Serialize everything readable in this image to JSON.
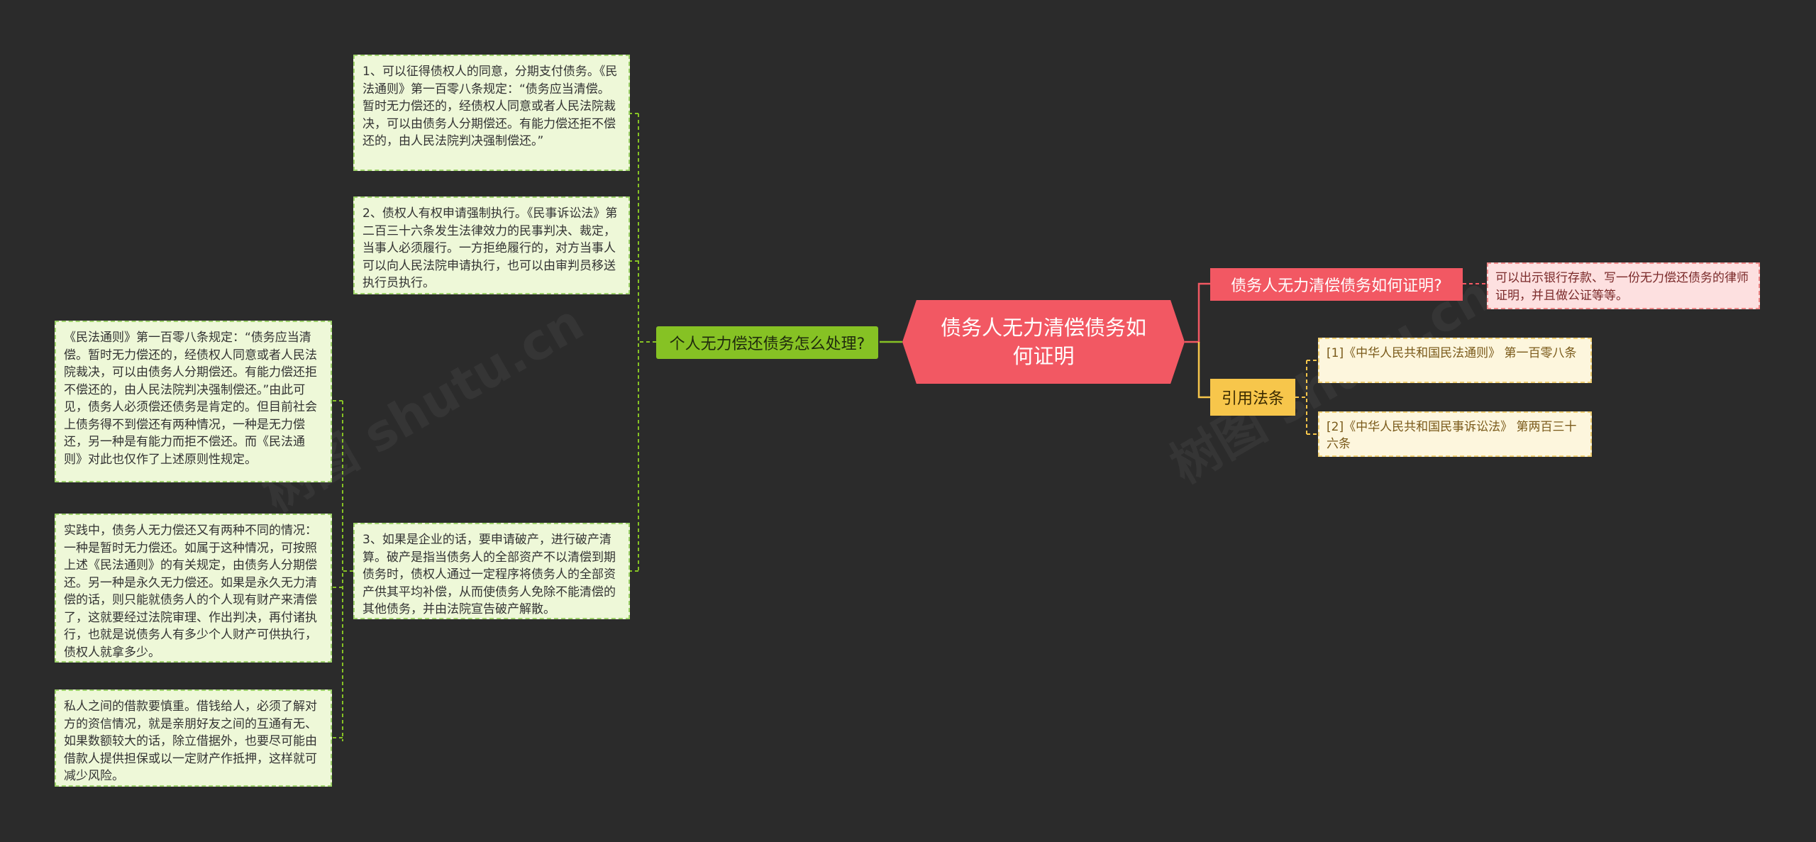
{
  "root": "债务人无力清偿债务如何证明",
  "left_branch": {
    "title": "个人无力偿还债务怎么处理?",
    "items": [
      "1、可以征得债权人的同意，分期支付债务。《民法通则》第一百零八条规定：“债务应当清偿。暂时无力偿还的，经债权人同意或者人民法院裁决，可以由债务人分期偿还。有能力偿还拒不偿还的，由人民法院判决强制偿还。”",
      "2、债权人有权申请强制执行。《民事诉讼法》第二百三十六条发生法律效力的民事判决、裁定，当事人必须履行。一方拒绝履行的，对方当事人可以向人民法院申请执行，也可以由审判员移送执行员执行。",
      "3、如果是企业的话，要申请破产，进行破产清算。破产是指当债务人的全部资产不以清偿到期债务时，债权人通过一定程序将债务人的全部资产供其平均补偿，从而使债务人免除不能清偿的其他债务，并由法院宣告破产解散。"
    ],
    "sub_items": [
      "《民法通则》第一百零八条规定：“债务应当清偿。暂时无力偿还的，经债权人同意或者人民法院裁决，可以由债务人分期偿还。有能力偿还拒不偿还的，由人民法院判决强制偿还。”由此可见，债务人必须偿还债务是肯定的。但目前社会上债务得不到偿还有两种情况，一种是无力偿还，另一种是有能力而拒不偿还。而《民法通则》对此也仅作了上述原则性规定。",
      "实践中，债务人无力偿还又有两种不同的情况：一种是暂时无力偿还。如属于这种情况，可按照上述《民法通则》的有关规定，由债务人分期偿还。另一种是永久无力偿还。如果是永久无力清偿的话，则只能就债务人的个人现有财产来清偿了，这就要经过法院审理、作出判决，再付诸执行，也就是说债务人有多少个人财产可供执行，债权人就拿多少。",
      "私人之间的借款要慎重。借钱给人，必须了解对方的资信情况，就是亲朋好友之间的互通有无、如果数额较大的话，除立借据外，也要尽可能由借款人提供担保或以一定财产作抵押，这样就可减少风险。"
    ]
  },
  "right_branch": {
    "question": "债务人无力清偿债务如何证明?",
    "answer": "可以出示银行存款、写一份无力偿还债务的律师证明，并且做公证等等。",
    "law_title": "引用法条",
    "laws": [
      "[1]《中华人民共和国民法通则》 第一百零八条",
      "[2]《中华人民共和国民事诉讼法》 第两百三十六条"
    ]
  },
  "watermark": "树图 shutu.cn",
  "colors": {
    "background": "#2b2b2b",
    "root": "#f25863",
    "question": "#86c224",
    "note_bg": "#eef8d8",
    "law": "#f7c64b",
    "link_green": "#86c224",
    "link_red": "#f25863",
    "link_yellow": "#f7c64b"
  }
}
